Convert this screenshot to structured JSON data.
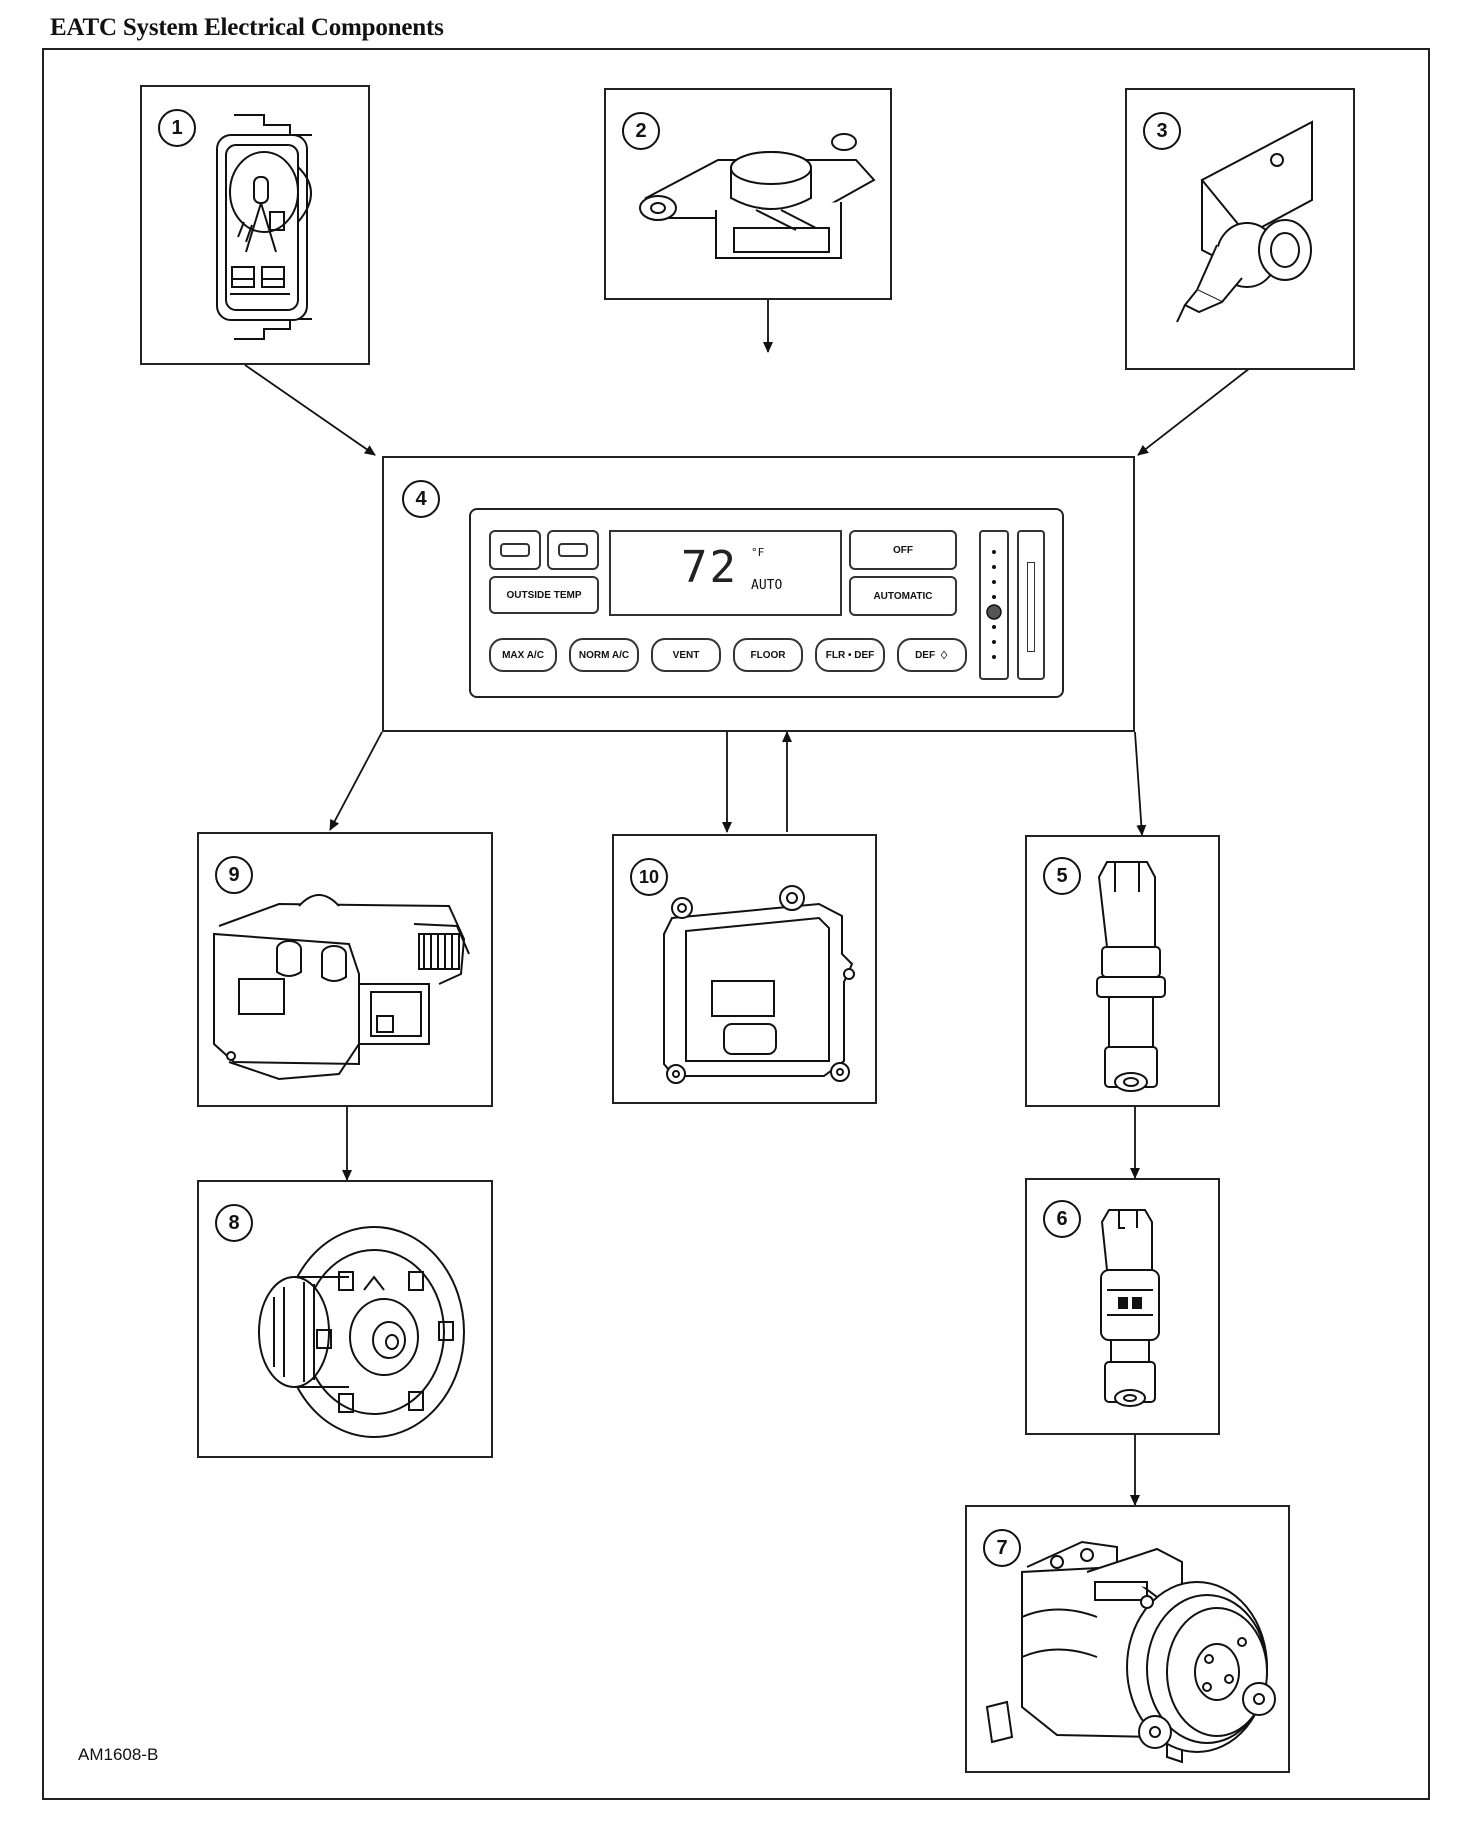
{
  "title": "EATC System Electrical Components",
  "reference_code": "AM1608-B",
  "components": [
    {
      "number": "1"
    },
    {
      "number": "2"
    },
    {
      "number": "3"
    },
    {
      "number": "4"
    },
    {
      "number": "5"
    },
    {
      "number": "6"
    },
    {
      "number": "7"
    },
    {
      "number": "8"
    },
    {
      "number": "9"
    },
    {
      "number": "10"
    }
  ],
  "control_panel": {
    "outside_temp_label": "OUTSIDE TEMP",
    "off_label": "OFF",
    "automatic_label": "AUTOMATIC",
    "display_temp": "72",
    "display_unit": "°F",
    "display_mode": "AUTO",
    "mode_buttons": [
      "MAX A/C",
      "NORM A/C",
      "VENT",
      "FLOOR",
      "FLR • DEF",
      "DEF"
    ]
  }
}
